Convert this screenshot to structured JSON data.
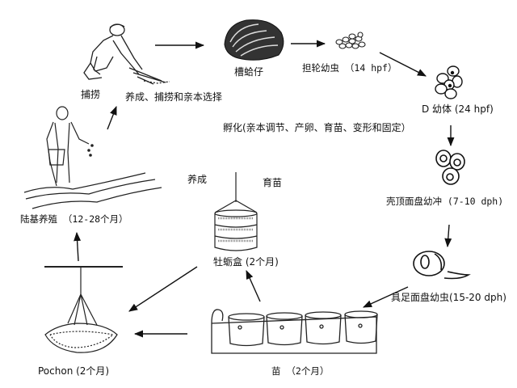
{
  "diagram": {
    "title": "Clam culture life cycle",
    "stages": {
      "harvest": "捕捞",
      "clam": "槽蛤仔",
      "trochophore": "担轮幼虫 （14 hpf",
      "trochophore_close": "）",
      "d_larva": "D 幼体 (24 hpf)",
      "hatchery": "孵化(亲本调节、产卵、育苗、变形和固定）",
      "umbo_larva": "壳顶面盘幼冲 (7-10 dph)",
      "pediveliger": "具足面盘幼虫(15-20 dph)",
      "seed": "苗 （2个月）",
      "pochon": "Pochon (2个月)",
      "oyster_box": "牡蛎盒 (2个月)",
      "land_culture": "陆基养殖 （12-28个月）",
      "grow_harvest_select": "养成、捕捞和亲本选择",
      "grow_out": "养成",
      "nursery": "育苗"
    },
    "colors": {
      "ink": "#111111",
      "background": "#ffffff"
    }
  }
}
